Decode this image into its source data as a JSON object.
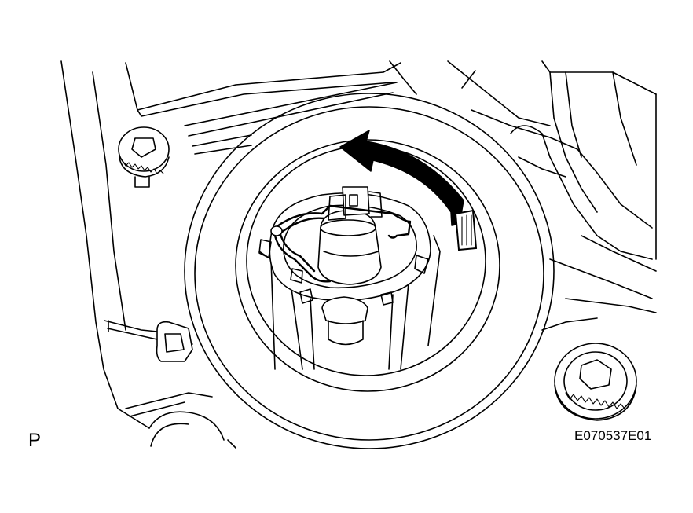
{
  "figure": {
    "view_label": "P",
    "figure_code": "E070537E01"
  },
  "parts": {
    "arrow": "counter-clockwise-rotation-arrow"
  }
}
